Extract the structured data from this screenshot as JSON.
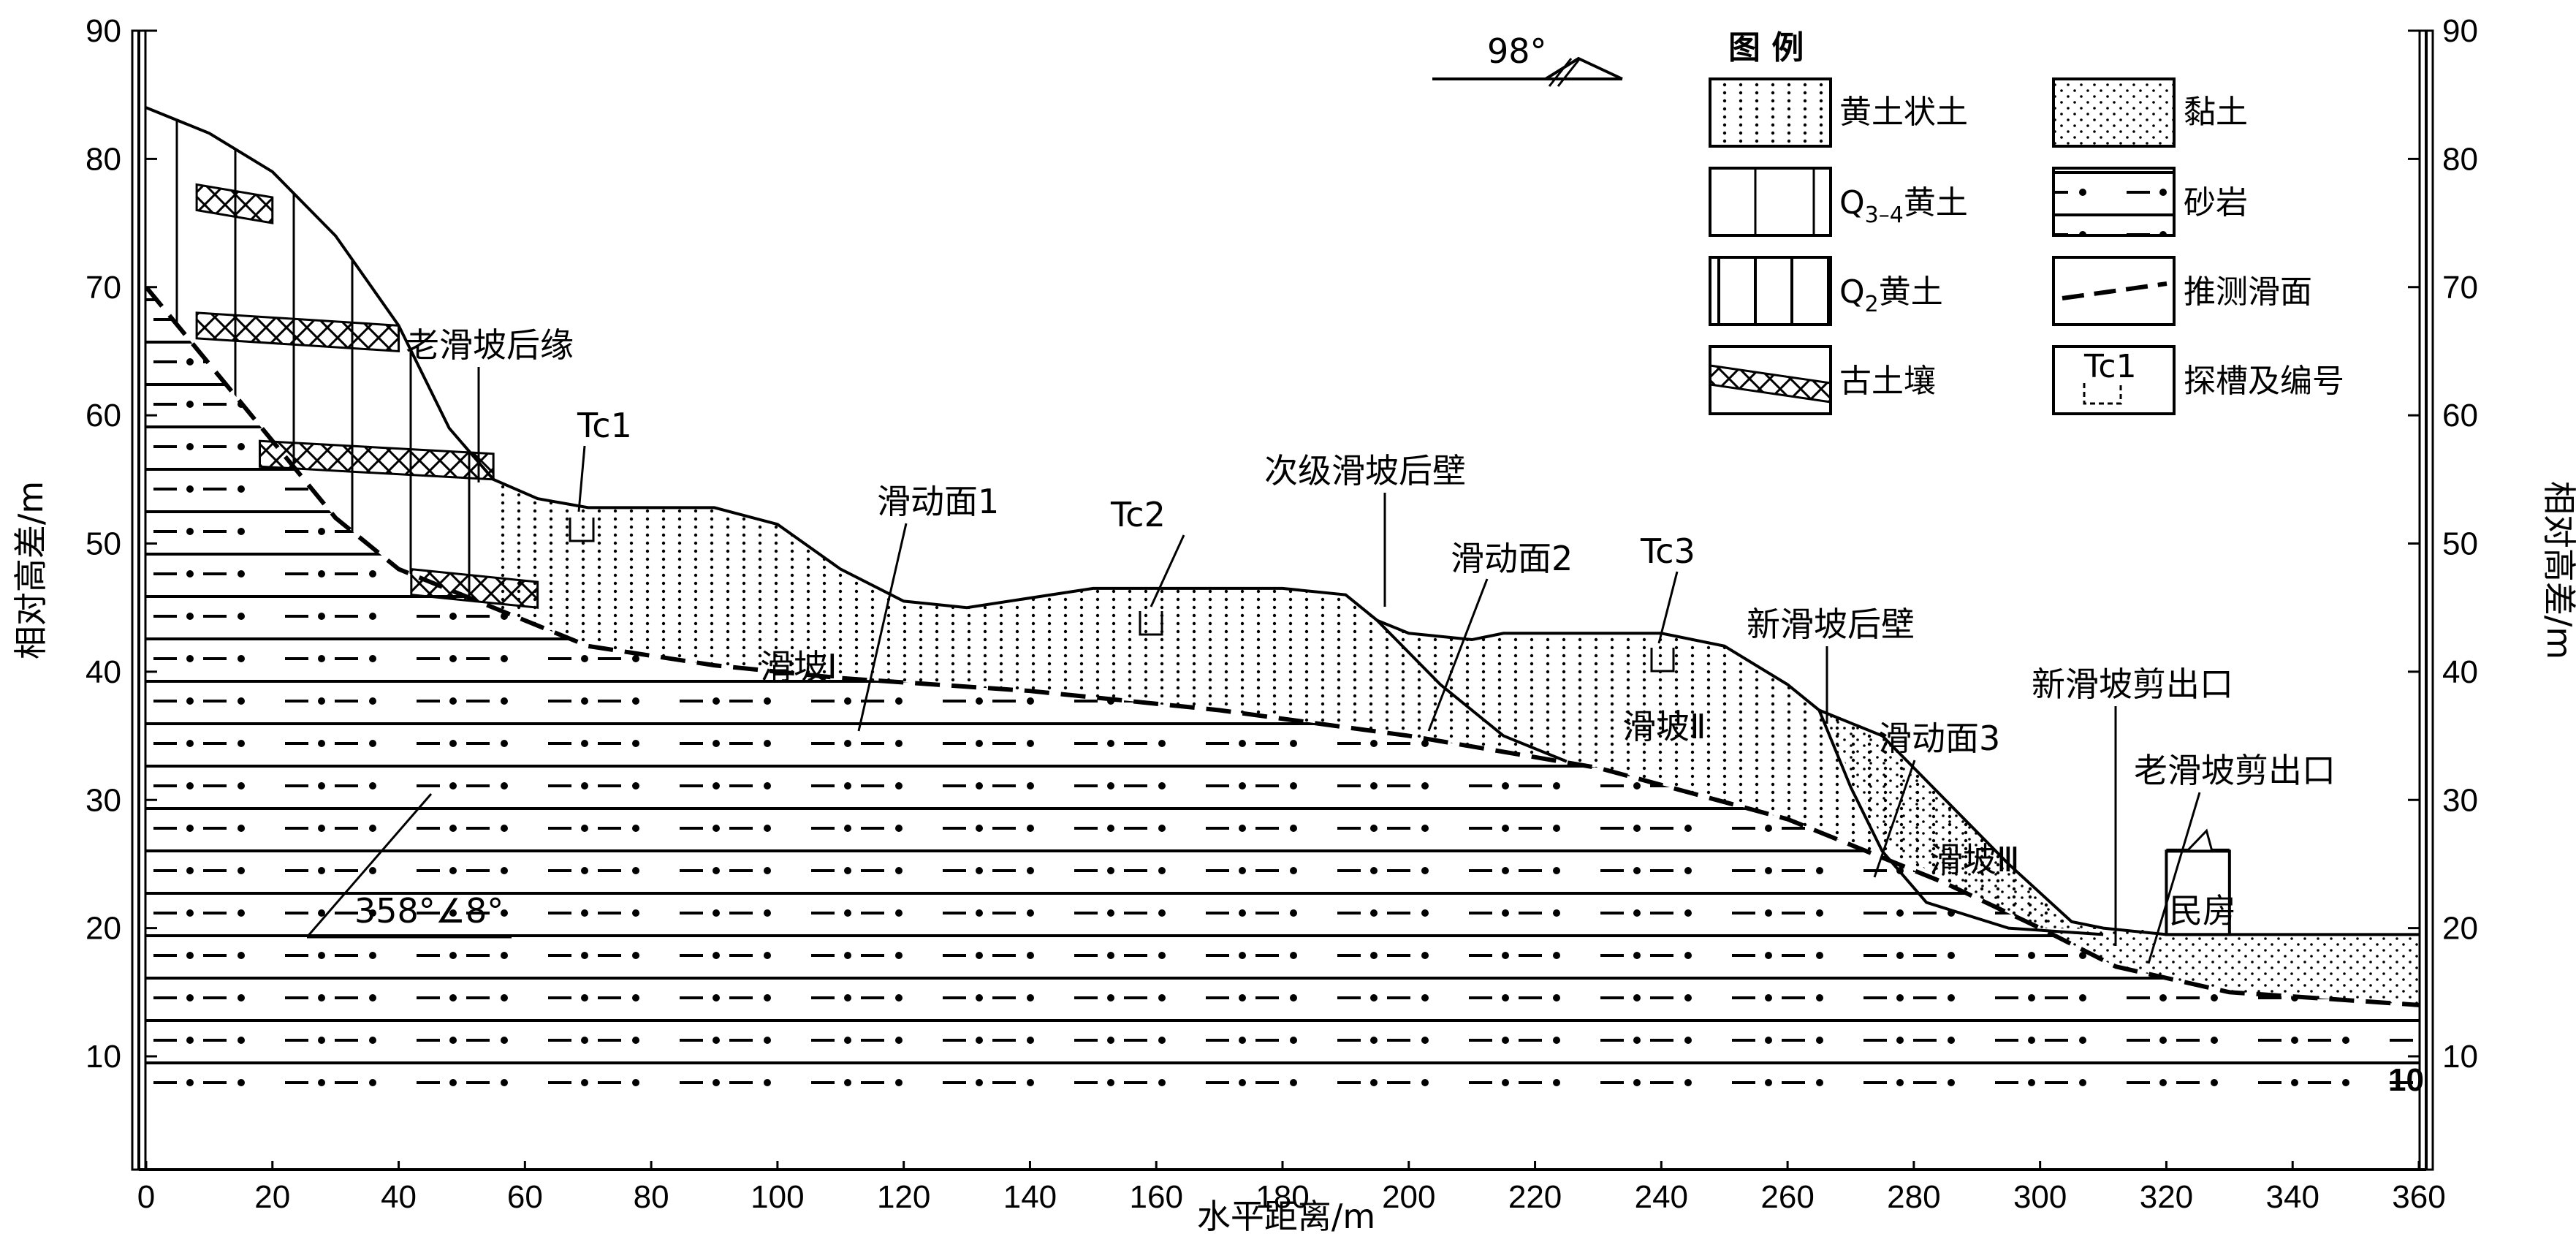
{
  "axes": {
    "x_label": "水平距离/m",
    "y_label_left": "相对高差/m",
    "y_label_right": "相对高差/m",
    "x_ticks": [
      "0",
      "20",
      "40",
      "60",
      "80",
      "100",
      "120",
      "140",
      "160",
      "180",
      "200",
      "220",
      "240",
      "260",
      "280",
      "300",
      "320",
      "340",
      "360"
    ],
    "y_ticks": [
      "10",
      "20",
      "30",
      "40",
      "50",
      "60",
      "70",
      "80",
      "90"
    ],
    "xlim": [
      0,
      360
    ],
    "ylim": [
      5,
      90
    ]
  },
  "legend": {
    "title": "图  例",
    "items": [
      {
        "key": "loess_like",
        "label": "黄土状土"
      },
      {
        "key": "clay",
        "label": "黏土"
      },
      {
        "key": "q34",
        "label_main": "Q",
        "label_sub": "3–4",
        "label_rest": "黄土"
      },
      {
        "key": "sandstone",
        "label": "砂岩"
      },
      {
        "key": "q2",
        "label_main": "Q",
        "label_sub": "2",
        "label_rest": "黄土"
      },
      {
        "key": "slip",
        "label": "推测滑面"
      },
      {
        "key": "paleosol",
        "label": "古土壤"
      },
      {
        "key": "trench",
        "label": "探槽及编号",
        "symbol_text": "Tc1"
      }
    ]
  },
  "annotations": {
    "orientation": "98°",
    "bedding": "358°∠8°",
    "old_crown": "老滑坡后缘",
    "tc1": "Tc1",
    "tc2": "Tc2",
    "tc3": "Tc3",
    "slip1": "滑动面1",
    "slide1": "滑坡Ⅰ",
    "secondary_scarp": "次级滑坡后壁",
    "slip2": "滑动面2",
    "slide2": "滑坡Ⅱ",
    "new_scarp": "新滑坡后壁",
    "slip3": "滑动面3",
    "slide3": "滑坡Ⅲ",
    "new_exit": "新滑坡剪出口",
    "old_exit": "老滑坡剪出口",
    "house": "民房",
    "corner_value": "10"
  },
  "profile": {
    "ground_surface": [
      [
        0,
        84
      ],
      [
        10,
        82
      ],
      [
        20,
        79
      ],
      [
        30,
        74
      ],
      [
        40,
        67
      ],
      [
        48,
        59
      ],
      [
        55,
        55
      ],
      [
        62,
        53.5
      ],
      [
        70,
        52.8
      ],
      [
        90,
        52.8
      ],
      [
        100,
        51.5
      ],
      [
        110,
        48
      ],
      [
        120,
        45.5
      ],
      [
        130,
        45
      ],
      [
        150,
        46.5
      ],
      [
        180,
        46.5
      ],
      [
        190,
        46
      ],
      [
        195,
        44
      ],
      [
        200,
        43
      ],
      [
        210,
        42.5
      ],
      [
        215,
        43
      ],
      [
        240,
        43
      ],
      [
        250,
        42
      ],
      [
        260,
        39
      ],
      [
        265,
        37
      ],
      [
        275,
        35
      ],
      [
        285,
        30
      ],
      [
        295,
        25
      ],
      [
        305,
        20.5
      ],
      [
        310,
        20
      ],
      [
        320,
        19.5
      ],
      [
        360,
        19.5
      ]
    ],
    "old_slip_surface": [
      [
        0,
        70
      ],
      [
        10,
        64
      ],
      [
        20,
        58
      ],
      [
        30,
        52
      ],
      [
        40,
        48
      ],
      [
        55,
        45
      ],
      [
        70,
        42
      ],
      [
        90,
        40.5
      ],
      [
        110,
        39.5
      ],
      [
        140,
        38.5
      ],
      [
        170,
        37
      ],
      [
        200,
        35
      ],
      [
        230,
        32.5
      ],
      [
        260,
        28.5
      ],
      [
        285,
        23.5
      ],
      [
        300,
        20
      ],
      [
        312,
        17
      ],
      [
        330,
        15
      ],
      [
        360,
        14
      ]
    ],
    "slip2": [
      [
        195,
        44
      ],
      [
        205,
        39
      ],
      [
        215,
        35
      ],
      [
        225,
        33
      ]
    ],
    "slip3": [
      [
        265,
        37
      ],
      [
        270,
        31
      ],
      [
        275,
        26
      ],
      [
        282,
        22
      ],
      [
        295,
        20
      ],
      [
        310,
        19.5
      ]
    ],
    "paleosol_bands": [
      {
        "x0": 8,
        "x1": 20,
        "y_top": 78,
        "y_bottom": 76
      },
      {
        "x0": 8,
        "x1": 40,
        "y_top": 68,
        "y_bottom": 66
      },
      {
        "x0": 18,
        "x1": 55,
        "y_top": 58,
        "y_bottom": 56
      },
      {
        "x0": 42,
        "x1": 62,
        "y_top": 48,
        "y_bottom": 46
      }
    ],
    "house": {
      "x0": 320,
      "x1": 330,
      "y_top": 26,
      "y_bottom": 19.5
    }
  },
  "colors": {
    "ink": "#000000",
    "paper": "#ffffff"
  }
}
